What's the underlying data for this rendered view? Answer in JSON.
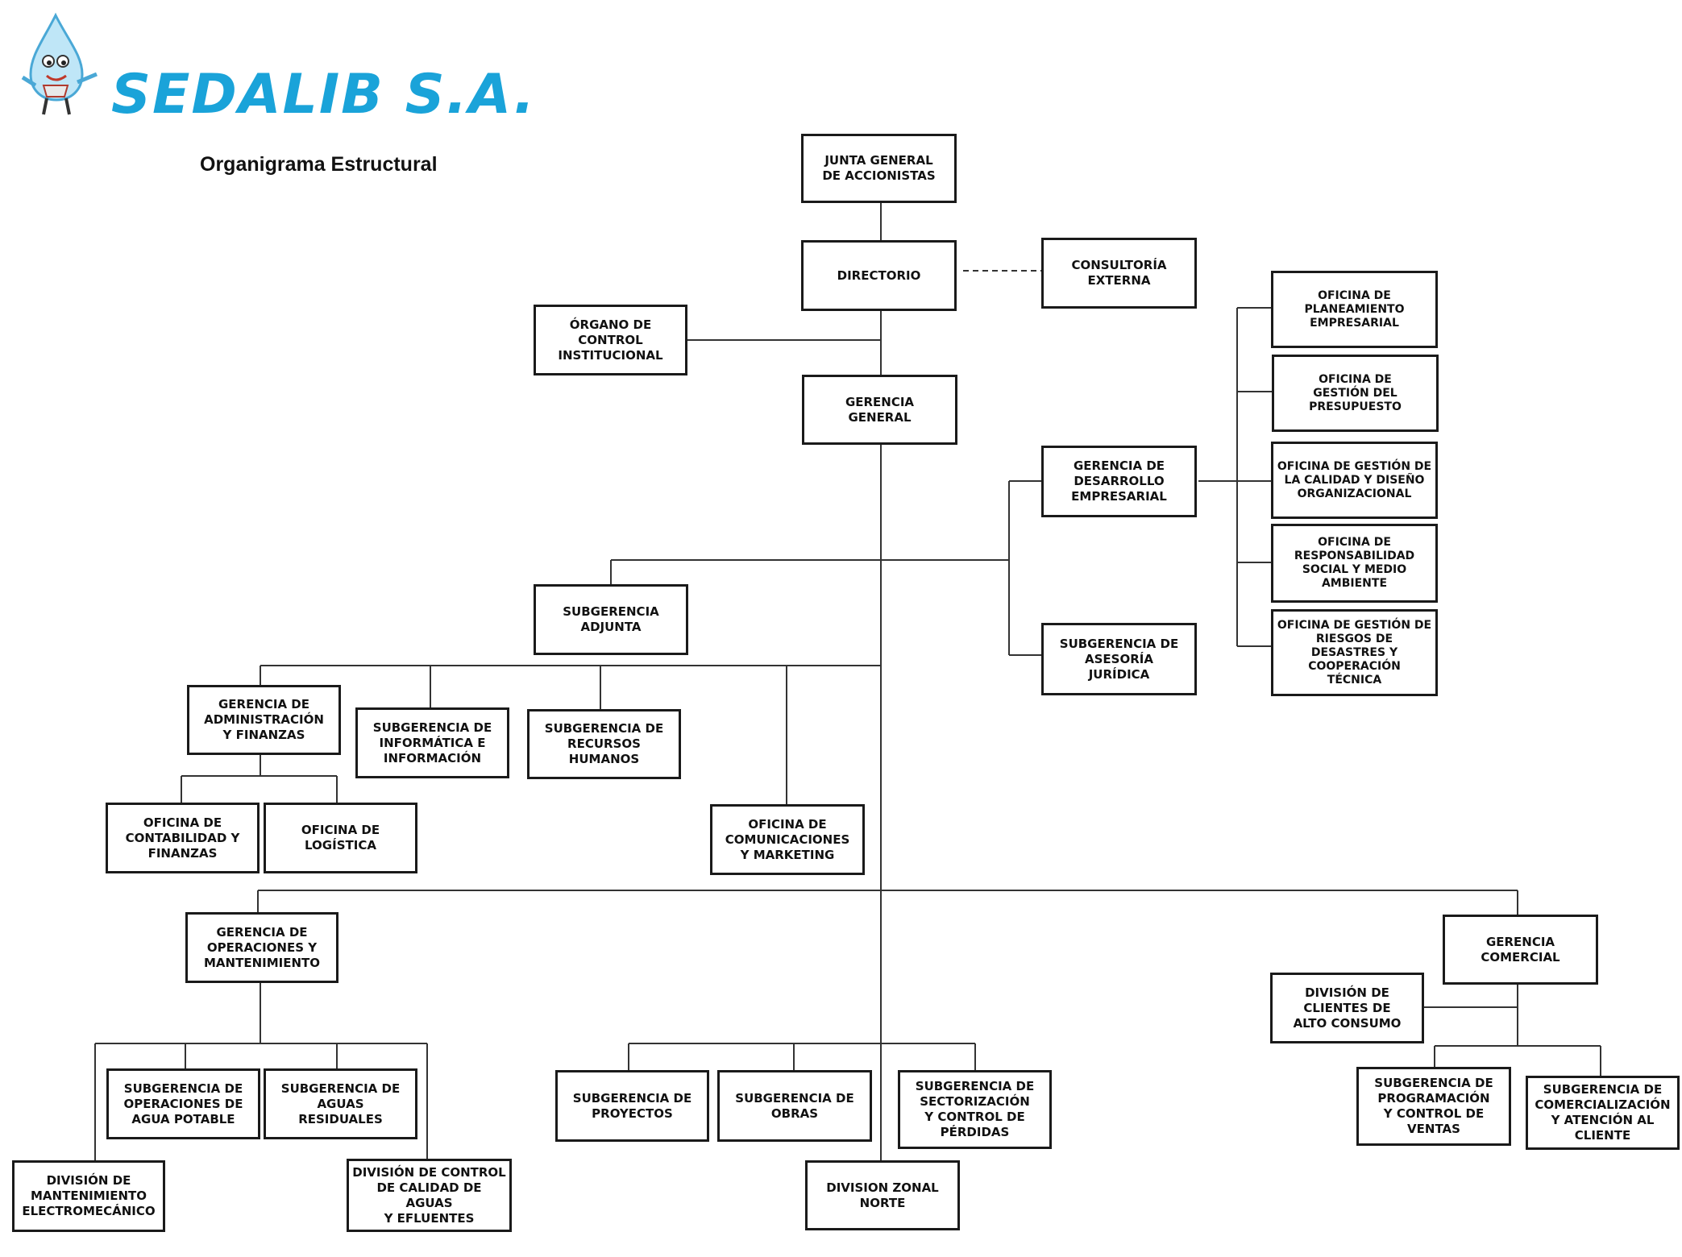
{
  "header": {
    "logo_text": "SEDALIB S.A.",
    "title": "Organigrama Estructural",
    "brand_color": "#1aa3d9"
  },
  "units": {
    "junta": "JUNTA GENERAL\nDE ACCIONISTAS",
    "directorio": "DIRECTORIO",
    "consultoria": "CONSULTORÍA\nEXTERNA",
    "organo_control": "ÓRGANO DE\nCONTROL\nINSTITUCIONAL",
    "gerencia_general": "GERENCIA\nGENERAL",
    "gerencia_desarrollo": "GERENCIA DE\nDESARROLLO\nEMPRESARIAL",
    "of_planeamiento": "OFICINA DE\nPLANEAMIENTO\nEMPRESARIAL",
    "of_presupuesto": "OFICINA DE\nGESTIÓN DEL\nPRESUPUESTO",
    "of_calidad": "OFICINA DE GESTIÓN DE\nLA CALIDAD Y DISEÑO\nORGANIZACIONAL",
    "of_responsabilidad": "OFICINA DE\nRESPONSABILIDAD\nSOCIAL Y MEDIO\nAMBIENTE",
    "of_riesgos": "OFICINA DE GESTIÓN DE\nRIESGOS DE\nDESASTRES Y\nCOOPERACIÓN\nTÉCNICA",
    "subg_juridica": "SUBGERENCIA DE\nASESORÍA\nJURÍDICA",
    "subg_adjunta": "SUBGERENCIA\nADJUNTA",
    "ger_administracion": "GERENCIA DE\nADMINISTRACIÓN\nY FINANZAS",
    "subg_informatica": "SUBGERENCIA DE\nINFORMÁTICA E\nINFORMACIÓN",
    "subg_rrhh": "SUBGERENCIA DE\nRECURSOS\nHUMANOS",
    "of_contabilidad": "OFICINA DE\nCONTABILIDAD Y\nFINANZAS",
    "of_logistica": "OFICINA DE\nLOGÍSTICA",
    "of_comunicaciones": "OFICINA DE\nCOMUNICACIONES\nY MARKETING",
    "ger_operaciones": "GERENCIA DE\nOPERACIONES Y\nMANTENIMIENTO",
    "ger_comercial": "GERENCIA\nCOMERCIAL",
    "div_alto_consumo": "DIVISIÓN DE\nCLIENTES DE\nALTO CONSUMO",
    "subg_agua_potable": "SUBGERENCIA DE\nOPERACIONES DE\nAGUA POTABLE",
    "subg_aguas_residuales": "SUBGERENCIA DE\nAGUAS\nRESIDUALES",
    "div_mantenimiento": "DIVISIÓN DE\nMANTENIMIENTO\nELECTROMECÁNICO",
    "div_control_calidad": "DIVISIÓN DE CONTROL\nDE CALIDAD DE AGUAS\nY EFLUENTES",
    "subg_proyectos": "SUBGERENCIA DE\nPROYECTOS",
    "subg_obras": "SUBGERENCIA DE\nOBRAS",
    "subg_sectorizacion": "SUBGERENCIA DE\nSECTORIZACIÓN\nY CONTROL DE\nPÉRDIDAS",
    "div_zonal_norte": "DIVISION ZONAL\nNORTE",
    "subg_programacion": "SUBGERENCIA DE\nPROGRAMACIÓN\nY CONTROL DE\nVENTAS",
    "subg_comercializacion": "SUBGERENCIA DE\nCOMERCIALIZACIÓN\nY ATENCIÓN AL\nCLIENTE"
  }
}
